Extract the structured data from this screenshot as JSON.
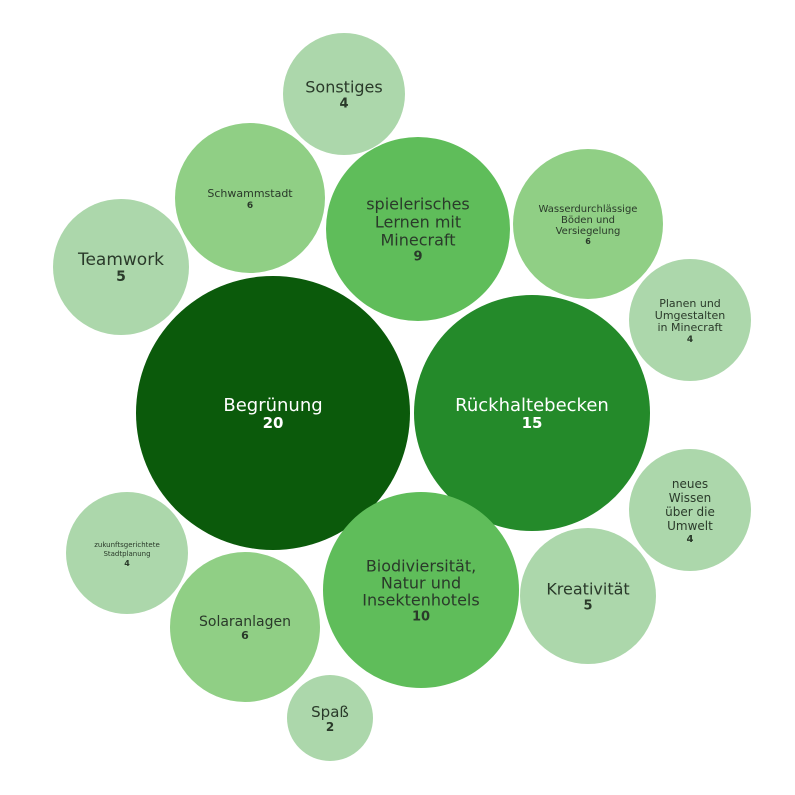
{
  "chart_data": {
    "type": "bubble",
    "items": [
      {
        "label": [
          "Begrünung"
        ],
        "value": 20,
        "color": "#0b5a0b",
        "text_color": "#ffffff"
      },
      {
        "label": [
          "Rückhaltebecken"
        ],
        "value": 15,
        "color": "#248a2a",
        "text_color": "#ffffff"
      },
      {
        "label": [
          "Biodiviersität,",
          "Natur und",
          "Insektenhotels"
        ],
        "value": 10,
        "color": "#5fbd5a",
        "text_color": "#2a3a2a"
      },
      {
        "label": [
          "spielerisches",
          "Lernen mit",
          "Minecraft"
        ],
        "value": 9,
        "color": "#5fbd5a",
        "text_color": "#2a3a2a"
      },
      {
        "label": [
          "Schwammstadt"
        ],
        "value": 6,
        "color": "#90cf85",
        "text_color": "#2a3a2a"
      },
      {
        "label": [
          "Wasserdurchlässige",
          "Böden und",
          "Versiegelung"
        ],
        "value": 6,
        "color": "#90cf85",
        "text_color": "#2a3a2a"
      },
      {
        "label": [
          "Solaranlagen"
        ],
        "value": 6,
        "color": "#90cf85",
        "text_color": "#2a3a2a"
      },
      {
        "label": [
          "Teamwork"
        ],
        "value": 5,
        "color": "#acd7ab",
        "text_color": "#2a3a2a"
      },
      {
        "label": [
          "Kreativität"
        ],
        "value": 5,
        "color": "#acd7ab",
        "text_color": "#2a3a2a"
      },
      {
        "label": [
          "Sonstiges"
        ],
        "value": 4,
        "color": "#acd7ab",
        "text_color": "#2a3a2a"
      },
      {
        "label": [
          "Planen und",
          "Umgestalten",
          "in Minecraft"
        ],
        "value": 4,
        "color": "#acd7ab",
        "text_color": "#2a3a2a"
      },
      {
        "label": [
          "neues",
          "Wissen",
          "über die",
          "Umwelt"
        ],
        "value": 4,
        "color": "#acd7ab",
        "text_color": "#2a3a2a"
      },
      {
        "label": [
          "zukunftsgerichtete",
          "Stadtplanung"
        ],
        "value": 4,
        "color": "#acd7ab",
        "text_color": "#2a3a2a"
      },
      {
        "label": [
          "Spaß"
        ],
        "value": 2,
        "color": "#acd7ab",
        "text_color": "#2a3a2a"
      }
    ]
  }
}
